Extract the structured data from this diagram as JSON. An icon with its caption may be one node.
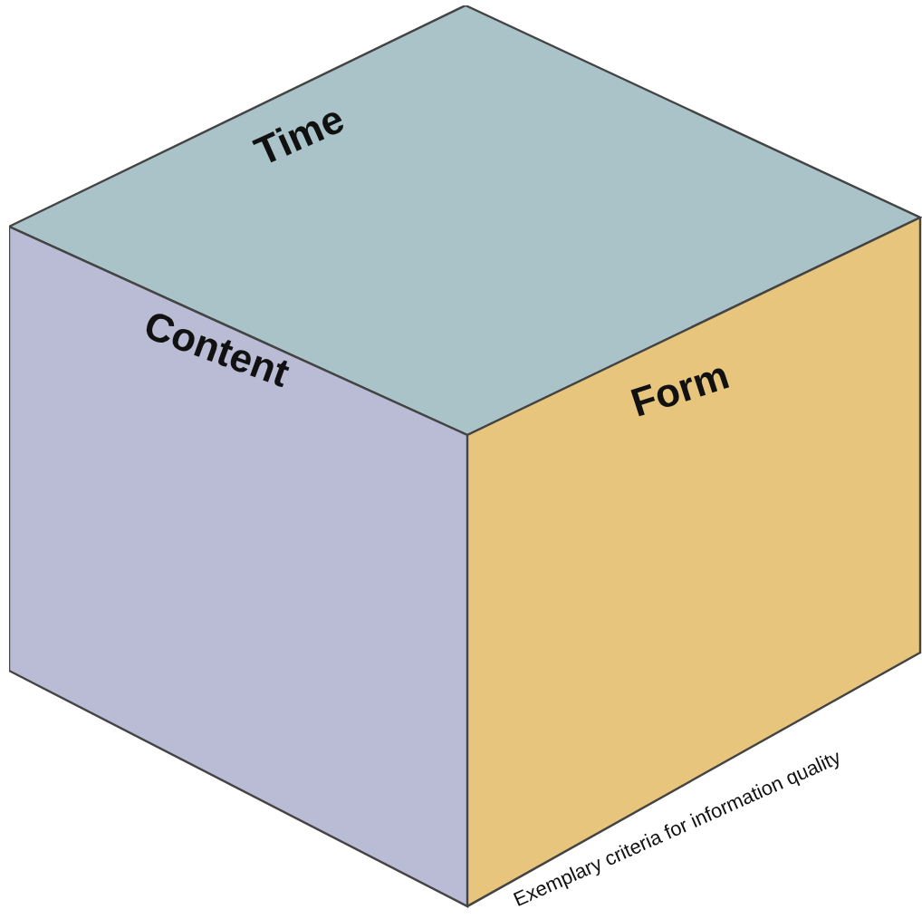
{
  "diagram": {
    "caption": "Exemplary criteria for information quality",
    "nodes": [
      {
        "text": [
          "Time"
        ]
      },
      {
        "text": [
          "Content"
        ]
      },
      {
        "text": [
          "Form"
        ]
      }
    ]
  }
}
